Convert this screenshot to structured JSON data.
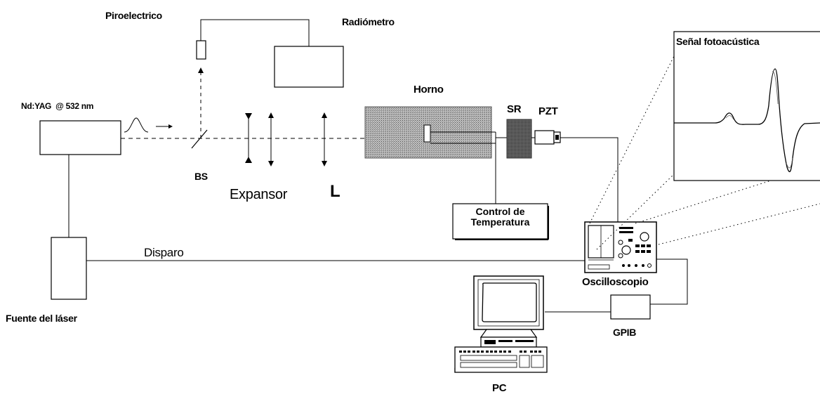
{
  "labels": {
    "piroelectrico": "Piroelectrico",
    "radiometro": "Radiómetro",
    "laser": "Nd:YAG  @ 532 nm",
    "horno": "Horno",
    "sr": "SR",
    "pzt": "PZT",
    "bs": "BS",
    "expansor": "Expansor",
    "lens": "L",
    "control_line1": "Control de",
    "control_line2": "Temperatura",
    "disparo": "Disparo",
    "fuente": "Fuente del láser",
    "osciloscopio": "Oscilloscopio",
    "gpib": "GPIB",
    "pc": "PC",
    "signal_title": "Señal fotoacústica"
  },
  "colors": {
    "line": "#000000",
    "furnace_fill": "#a8a8a8",
    "sr_fill": "#5a5a5a"
  }
}
